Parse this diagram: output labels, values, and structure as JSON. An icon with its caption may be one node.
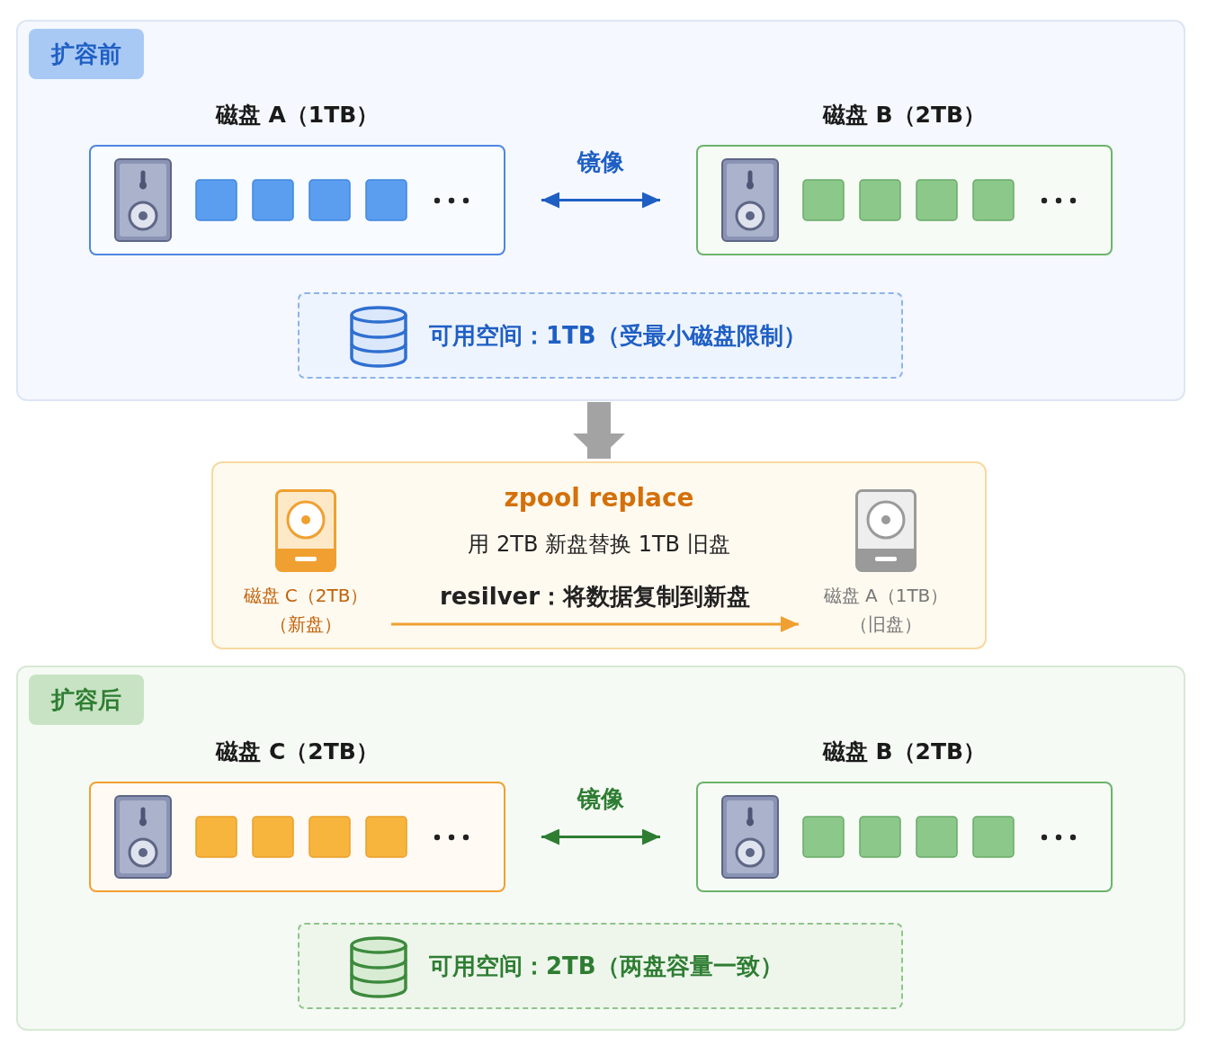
{
  "diagram": {
    "nodes": [
      {
        "text": [
          "扩容前"
        ]
      },
      {
        "text": [
          "磁盘 A（1TB）"
        ],
        "in": 0
      },
      {
        "text": [
          "磁盘 B（2TB）"
        ],
        "in": 0
      },
      {
        "text": [
          "可用空间：1TB（受最小磁盘限制）"
        ],
        "in": 0
      },
      {
        "text": [
          "zpool replace",
          "用 2TB 新盘替换 1TB 旧盘"
        ]
      },
      {
        "text": [
          "磁盘 C（2TB）（新盘）"
        ],
        "in": 4
      },
      {
        "text": [
          "磁盘 A（1TB）（旧盘）"
        ],
        "in": 4
      },
      {
        "text": [
          "扩容后"
        ]
      },
      {
        "text": [
          "磁盘 C（2TB）"
        ],
        "in": 7
      },
      {
        "text": [
          "磁盘 B（2TB）"
        ],
        "in": 7
      },
      {
        "text": [
          "可用空间：2TB（两盘容量一致）"
        ],
        "in": 7
      }
    ],
    "edges": [
      {
        "from": 1,
        "to": 2,
        "arrow": "both",
        "label": "镜像",
        "color": "#1f5fc4"
      },
      {
        "from": 0,
        "to": 4,
        "arrow": "to",
        "style": "thick",
        "color": "#a3a3a3"
      },
      {
        "from": 5,
        "to": 6,
        "arrow": "to",
        "label": "**resilver**：将数据复制到新盘",
        "color": "#f0a030"
      },
      {
        "from": 8,
        "to": 9,
        "arrow": "both",
        "label": "镜像",
        "color": "#2e7d32"
      }
    ]
  }
}
